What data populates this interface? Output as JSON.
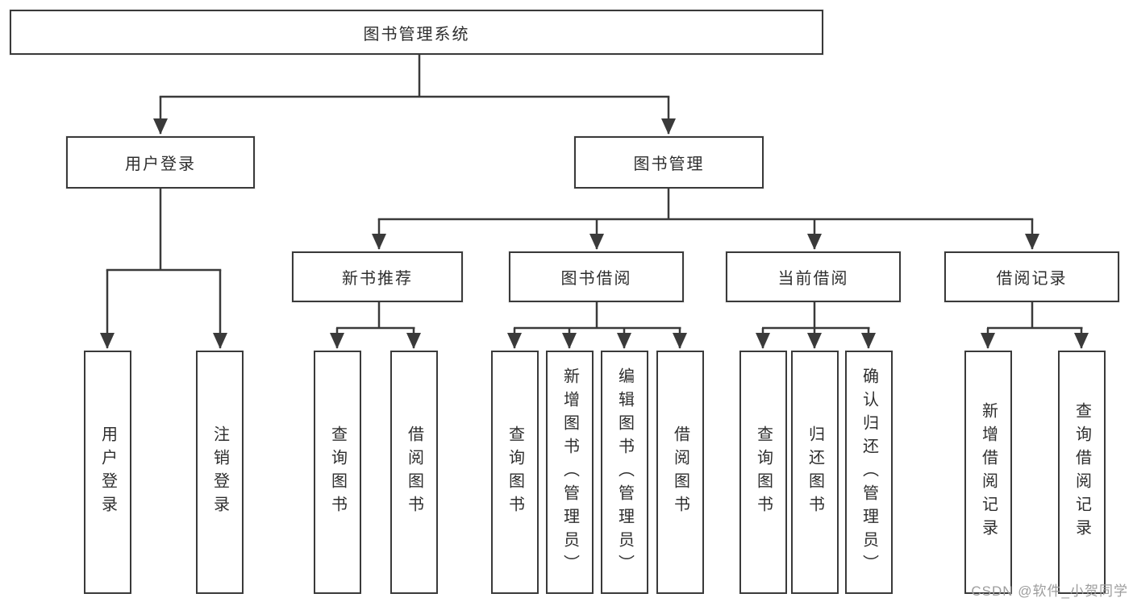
{
  "tree": {
    "label": "图书管理系统",
    "children": [
      {
        "label": "用户登录",
        "children": [
          {
            "label": "用户登录"
          },
          {
            "label": "注销登录"
          }
        ]
      },
      {
        "label": "图书管理",
        "children": [
          {
            "label": "新书推荐",
            "children": [
              {
                "label": "查询图书"
              },
              {
                "label": "借阅图书"
              }
            ]
          },
          {
            "label": "图书借阅",
            "children": [
              {
                "label": "查询图书"
              },
              {
                "label": "新增图书（管理员）"
              },
              {
                "label": "编辑图书（管理员）"
              },
              {
                "label": "借阅图书"
              }
            ]
          },
          {
            "label": "当前借阅",
            "children": [
              {
                "label": "查询图书"
              },
              {
                "label": "归还图书"
              },
              {
                "label": "确认归还（管理员）"
              }
            ]
          },
          {
            "label": "借阅记录",
            "children": [
              {
                "label": "新增借阅记录"
              },
              {
                "label": "查询借阅记录"
              }
            ]
          }
        ]
      }
    ]
  },
  "watermark": {
    "text": "CSDN @软件_小贺同学"
  },
  "colors": {
    "line": "#3a3a3a",
    "box_border": "#3a3a3a",
    "box_fill": "#ffffff",
    "background": "#ffffff",
    "watermark_gray": "#9d9d9d"
  }
}
